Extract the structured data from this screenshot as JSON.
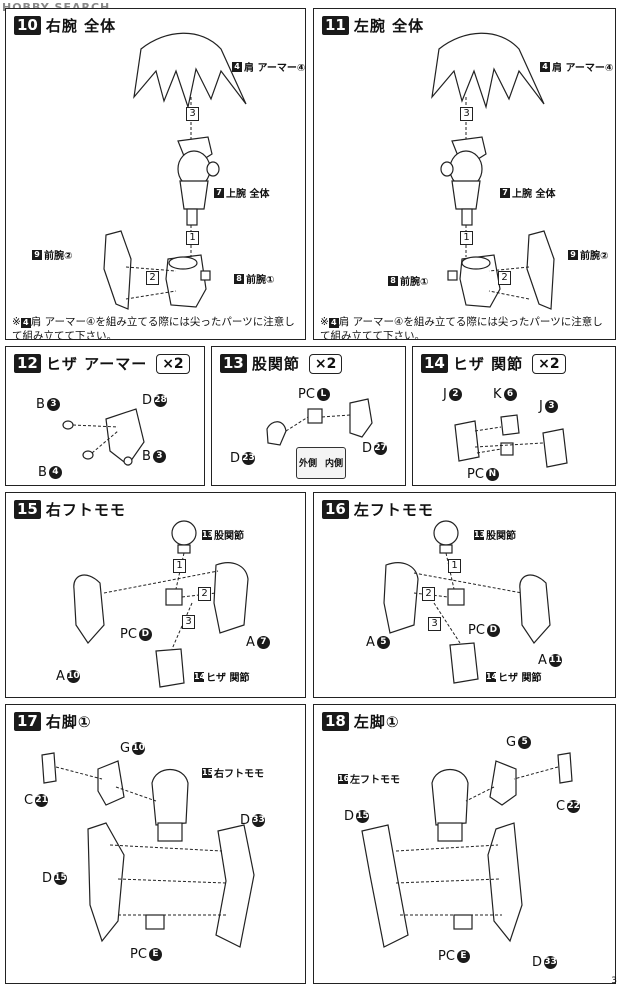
{
  "watermark": "HOBBY SEARCH",
  "steps": [
    {
      "num": "10",
      "title": "右腕 全体",
      "labels": {
        "shoulder": "肩 アーマー④",
        "shoulder_ref": "4",
        "upper": "上腕 全体",
        "upper_ref": "7",
        "fore2": "前腕②",
        "fore2_ref": "9",
        "fore1": "前腕①",
        "fore1_ref": "8"
      },
      "order": [
        "3",
        "1",
        "2"
      ],
      "note_pre": "※",
      "note_ref": "4",
      "note": "肩 アーマー④を組み立てる際には尖ったパーツに注意して組み立てて下さい。"
    },
    {
      "num": "11",
      "title": "左腕 全体",
      "labels": {
        "shoulder": "肩 アーマー④",
        "shoulder_ref": "4",
        "upper": "上腕 全体",
        "upper_ref": "7",
        "fore2": "前腕②",
        "fore2_ref": "9",
        "fore1": "前腕①",
        "fore1_ref": "8"
      },
      "order": [
        "3",
        "1",
        "2"
      ],
      "note_pre": "※",
      "note_ref": "4",
      "note": "肩 アーマー④を組み立てる際には尖ったパーツに注意して組み立てて下さい。"
    },
    {
      "num": "12",
      "title": "ヒザ アーマー",
      "qty": "×2",
      "parts": [
        {
          "letter": "B",
          "n": "3"
        },
        {
          "letter": "D",
          "n": "28"
        },
        {
          "letter": "B",
          "n": "4"
        },
        {
          "letter": "B",
          "n": "3"
        }
      ]
    },
    {
      "num": "13",
      "title": "股関節",
      "qty": "×2",
      "parts": [
        {
          "letter": "PC",
          "n": "L"
        },
        {
          "letter": "D",
          "n": "23"
        },
        {
          "letter": "D",
          "n": "27"
        }
      ],
      "inset": {
        "outer": "外側",
        "inner": "内側"
      }
    },
    {
      "num": "14",
      "title": "ヒザ 関節",
      "qty": "×2",
      "parts": [
        {
          "letter": "J",
          "n": "2"
        },
        {
          "letter": "K",
          "n": "6"
        },
        {
          "letter": "J",
          "n": "3"
        },
        {
          "letter": "PC",
          "n": "N"
        }
      ]
    },
    {
      "num": "15",
      "title": "右フトモモ",
      "ref_top": "股関節",
      "ref_top_n": "13",
      "ref_bottom": "ヒザ 関節",
      "ref_bottom_n": "14",
      "order": [
        "1",
        "2",
        "3"
      ],
      "parts": [
        {
          "letter": "PC",
          "n": "D"
        },
        {
          "letter": "A",
          "n": "7"
        },
        {
          "letter": "A",
          "n": "10"
        }
      ]
    },
    {
      "num": "16",
      "title": "左フトモモ",
      "ref_top": "股関節",
      "ref_top_n": "13",
      "ref_bottom": "ヒザ 関節",
      "ref_bottom_n": "14",
      "order": [
        "1",
        "2",
        "3"
      ],
      "parts": [
        {
          "letter": "PC",
          "n": "D"
        },
        {
          "letter": "A",
          "n": "5"
        },
        {
          "letter": "A",
          "n": "11"
        }
      ]
    },
    {
      "num": "17",
      "title": "右脚①",
      "ref": "右フトモモ",
      "ref_n": "15",
      "parts": [
        {
          "letter": "G",
          "n": "10"
        },
        {
          "letter": "C",
          "n": "21"
        },
        {
          "letter": "D",
          "n": "33"
        },
        {
          "letter": "D",
          "n": "15"
        },
        {
          "letter": "PC",
          "n": "E"
        }
      ]
    },
    {
      "num": "18",
      "title": "左脚①",
      "ref": "左フトモモ",
      "ref_n": "16",
      "parts": [
        {
          "letter": "G",
          "n": "5"
        },
        {
          "letter": "C",
          "n": "22"
        },
        {
          "letter": "D",
          "n": "15"
        },
        {
          "letter": "D",
          "n": "33"
        },
        {
          "letter": "PC",
          "n": "E"
        }
      ]
    }
  ],
  "page_number": "3"
}
